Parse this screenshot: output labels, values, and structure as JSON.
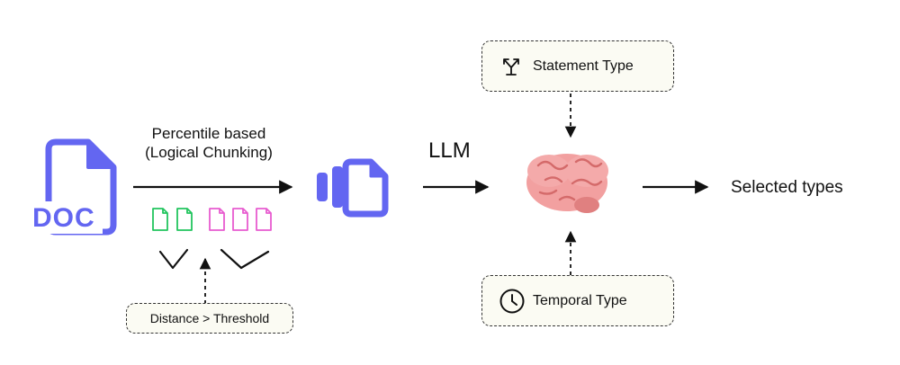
{
  "doc": {
    "label": "DOC"
  },
  "chunking": {
    "line1": "Percentile based",
    "line2": "(Logical Chunking)"
  },
  "distance": {
    "label": "Distance > Threshold"
  },
  "llm": {
    "label": "LLM"
  },
  "statement": {
    "label": "Statement Type",
    "icon": "split-arrow-icon"
  },
  "temporal": {
    "label": "Temporal Type",
    "icon": "clock-icon"
  },
  "output": {
    "label": "Selected types"
  },
  "colors": {
    "doc": "#6366f1",
    "green_chunk": "#22c55e",
    "pink_chunk": "#e85cd0",
    "brain": "#f2a0a0"
  }
}
